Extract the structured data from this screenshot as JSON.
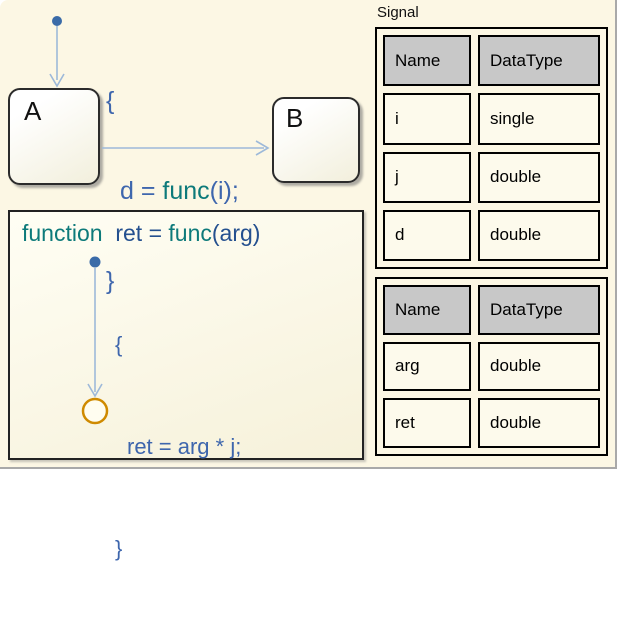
{
  "stateflow": {
    "state_a_label": "A",
    "state_b_label": "B",
    "transition_label": {
      "open_brace": "{",
      "assign": "d = ",
      "func": "func",
      "args": "(i);",
      "close_brace": "}"
    },
    "function_box": {
      "keyword": "function",
      "sig_pre": "  ret = ",
      "sig_func": "func",
      "sig_args": "(arg)",
      "body_open": "{",
      "body_code": "ret = arg * j;",
      "body_close": "}"
    }
  },
  "signal_panel": {
    "title": "Signal",
    "table1": {
      "headers": [
        "Name",
        "DataType"
      ],
      "rows": [
        [
          "i",
          "single"
        ],
        [
          "j",
          "double"
        ],
        [
          "d",
          "double"
        ]
      ]
    },
    "table2": {
      "headers": [
        "Name",
        "DataType"
      ],
      "rows": [
        [
          "arg",
          "double"
        ],
        [
          "ret",
          "double"
        ]
      ]
    }
  },
  "colors": {
    "background": "#fcf7e4",
    "transition_line": "#9db9d9",
    "default_dot": "#3a6ba8",
    "label_blue": "#3e66ad",
    "keyword_teal": "#0d7a7a",
    "junction_orange": "#cf8a00",
    "header_gray": "#c8c8c8"
  }
}
